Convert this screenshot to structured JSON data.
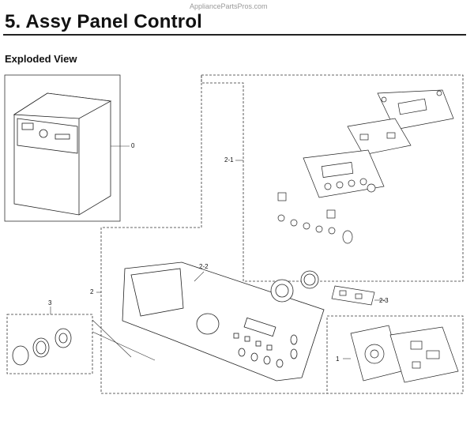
{
  "watermark": "AppliancePartsPros.com",
  "page": {
    "title": "5.  Assy Panel Control",
    "subtitle": "Exploded View"
  },
  "callouts": {
    "c0": "0",
    "c2_1": "2-1",
    "c2": "2",
    "c2_2": "2-2",
    "c2_3": "2-3",
    "c3": "3",
    "c1": "1"
  }
}
